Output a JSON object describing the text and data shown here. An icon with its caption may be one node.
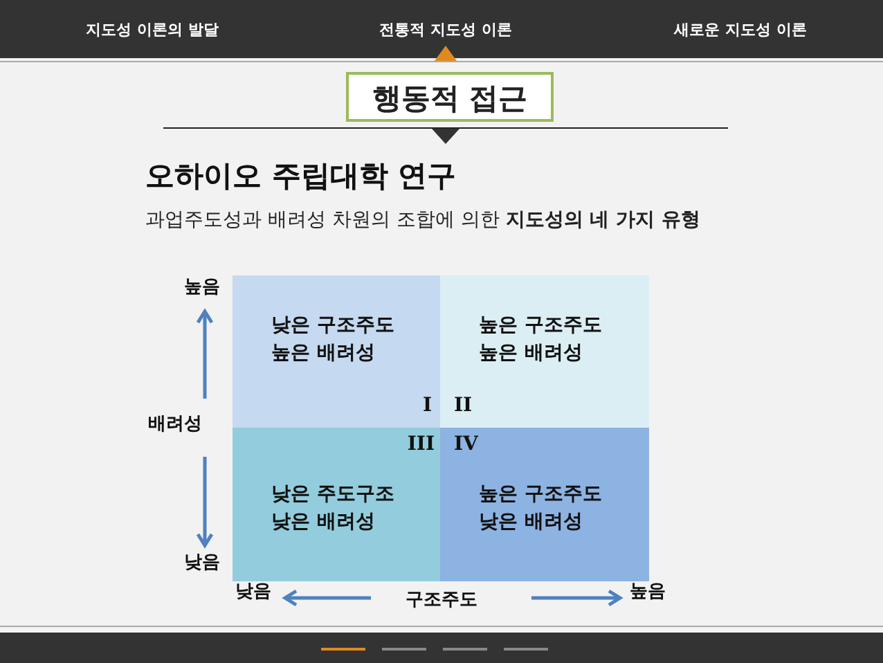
{
  "diagram": {
    "title": "오하이오 주립대학 연구",
    "nodes": [
      {
        "text": [
          "행동적 접근"
        ]
      },
      {
        "text": [
          "낮은 구조주도 높은 배려성",
          "I"
        ]
      },
      {
        "text": [
          "높은 구조주도 높은 배려성",
          "II"
        ]
      },
      {
        "text": [
          "III",
          "낮은 주도구조 낮은 배려성"
        ]
      },
      {
        "text": [
          "IV",
          "높은 구조주도 낮은 배려성"
        ]
      }
    ],
    "edges": [],
    "labels": [
      "지도성 이론의 발달",
      "전통적 지도성 이론",
      "새로운 지도성 이론",
      "과업주도성과 배려성 차원의 조합에 의한 **지도성의 네 가지 유형**",
      "높음",
      "배려성",
      "낮음",
      "낮음",
      "구조주도",
      "높음"
    ]
  }
}
